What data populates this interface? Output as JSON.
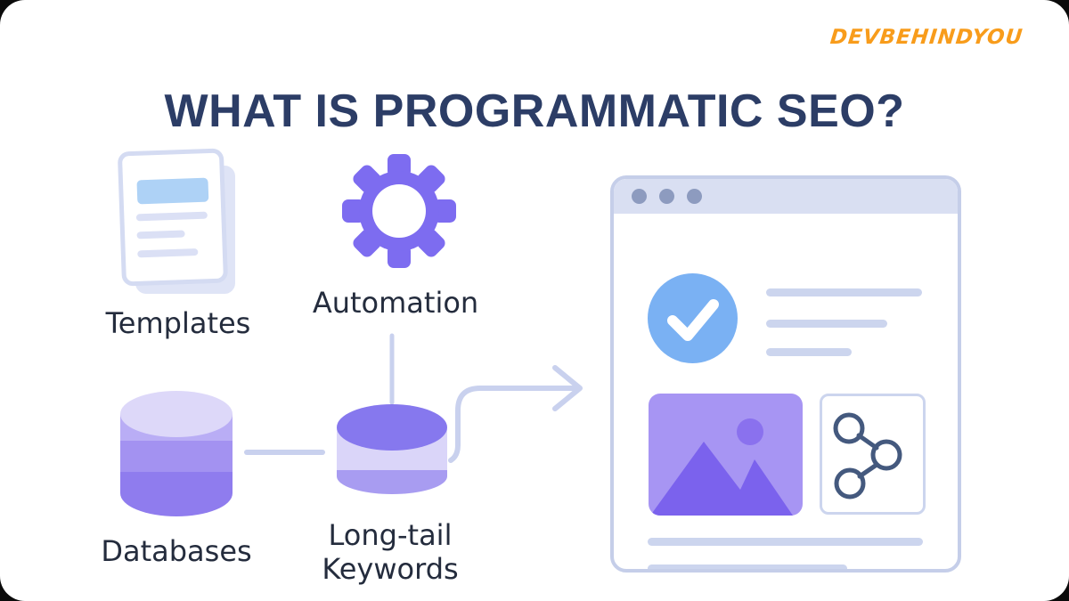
{
  "header": {
    "title": "WHAT IS PROGRAMMATIC SEO?",
    "watermark": "DEVBEHINDYOU"
  },
  "nodes": [
    {
      "id": "templates",
      "label": "Templates",
      "icon": "document-icon"
    },
    {
      "id": "automation",
      "label": "Automation",
      "icon": "gear-icon"
    },
    {
      "id": "databases",
      "label": "Databases",
      "icon": "database-cylinder-icon"
    },
    {
      "id": "long-tail-keywords",
      "label": "Long-tail Keywords",
      "icon": "database-cylinder-icon"
    }
  ],
  "flow": {
    "connections": [
      "automation -> long-tail-keywords",
      "databases -> long-tail-keywords",
      "long-tail-keywords -> browser-preview (arrow)"
    ]
  },
  "browser_preview": {
    "window_dots": 3,
    "icons": [
      "checkmark-icon",
      "image-placeholder-icon",
      "share-nodes-icon"
    ],
    "text_placeholder_lines_top": 3,
    "text_placeholder_lines_bottom": 2
  },
  "colors": {
    "page_bg": "#ffffff",
    "title_navy": "#2c3d66",
    "label_dark": "#242c3d",
    "watermark_orange": "#f89c1b",
    "accent_purple": "#7d6cf0",
    "connector_lavender": "#c9d1ee",
    "doc_shadow": "#dfe4f6",
    "doc_border": "#d4dbf2",
    "doc_line": "#dbe0f5",
    "doc_header_blue": "#aed2f6",
    "db_top": "#ddd8f9",
    "db_band1": "#b9adf5",
    "db_band2": "#a392f1",
    "db_band3": "#8f7cee",
    "lt_top": "#8678ee",
    "lt_band_light": "#dad5f9",
    "lt_band_dark": "#a89cf1",
    "browser_border": "#c5cee9",
    "browser_bar": "#d9dff2",
    "browser_dot": "#8d9bbf",
    "check_blue": "#7ab1f3",
    "content_line": "#ccd5ee",
    "image_bg": "#a795f3",
    "image_shape": "#7b62ed",
    "image_sun": "#8a71ee",
    "share_icon": "#44597e"
  }
}
